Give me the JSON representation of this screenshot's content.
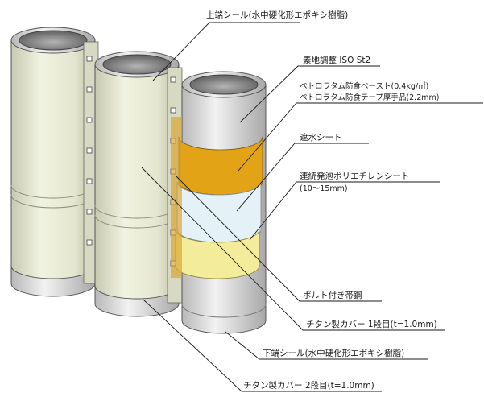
{
  "diagram": {
    "labels": {
      "upper_seal": "上端シール(水中硬化形エポキシ樹脂)",
      "surface_prep": "素地調整 ISO St2",
      "petrolatum_paste": "ペトロラタム防食ペースト(0.4kg/㎡)",
      "petrolatum_tape": "ペトロラタム防食テープ厚手品(2.2mm)",
      "waterproof_sheet": "遮水シート",
      "pe_foam_sheet": "連続発泡ポリエチレンシート",
      "pe_foam_thickness": "(10〜15mm)",
      "bolted_strip": "ボルト付き帯鋼",
      "titanium_cover_1": "チタン製カバー 1段目(t=1.0mm)",
      "lower_seal": "下端シール(水中硬化形エポキシ樹脂)",
      "titanium_cover_2": "チタン製カバー 2段目(t=1.0mm)"
    },
    "colors": {
      "cover": "#e9ebd6",
      "cover_shade": "#c9cbb4",
      "pipe_inner": "#8a8a8a",
      "pipe_steel": "#d8d8d8",
      "paste_tape": "#e2a317",
      "waterproof_sheet": "#e4f2f8",
      "pe_sheet": "#f3ec9a",
      "leader_line": "#1a1a1a"
    }
  }
}
